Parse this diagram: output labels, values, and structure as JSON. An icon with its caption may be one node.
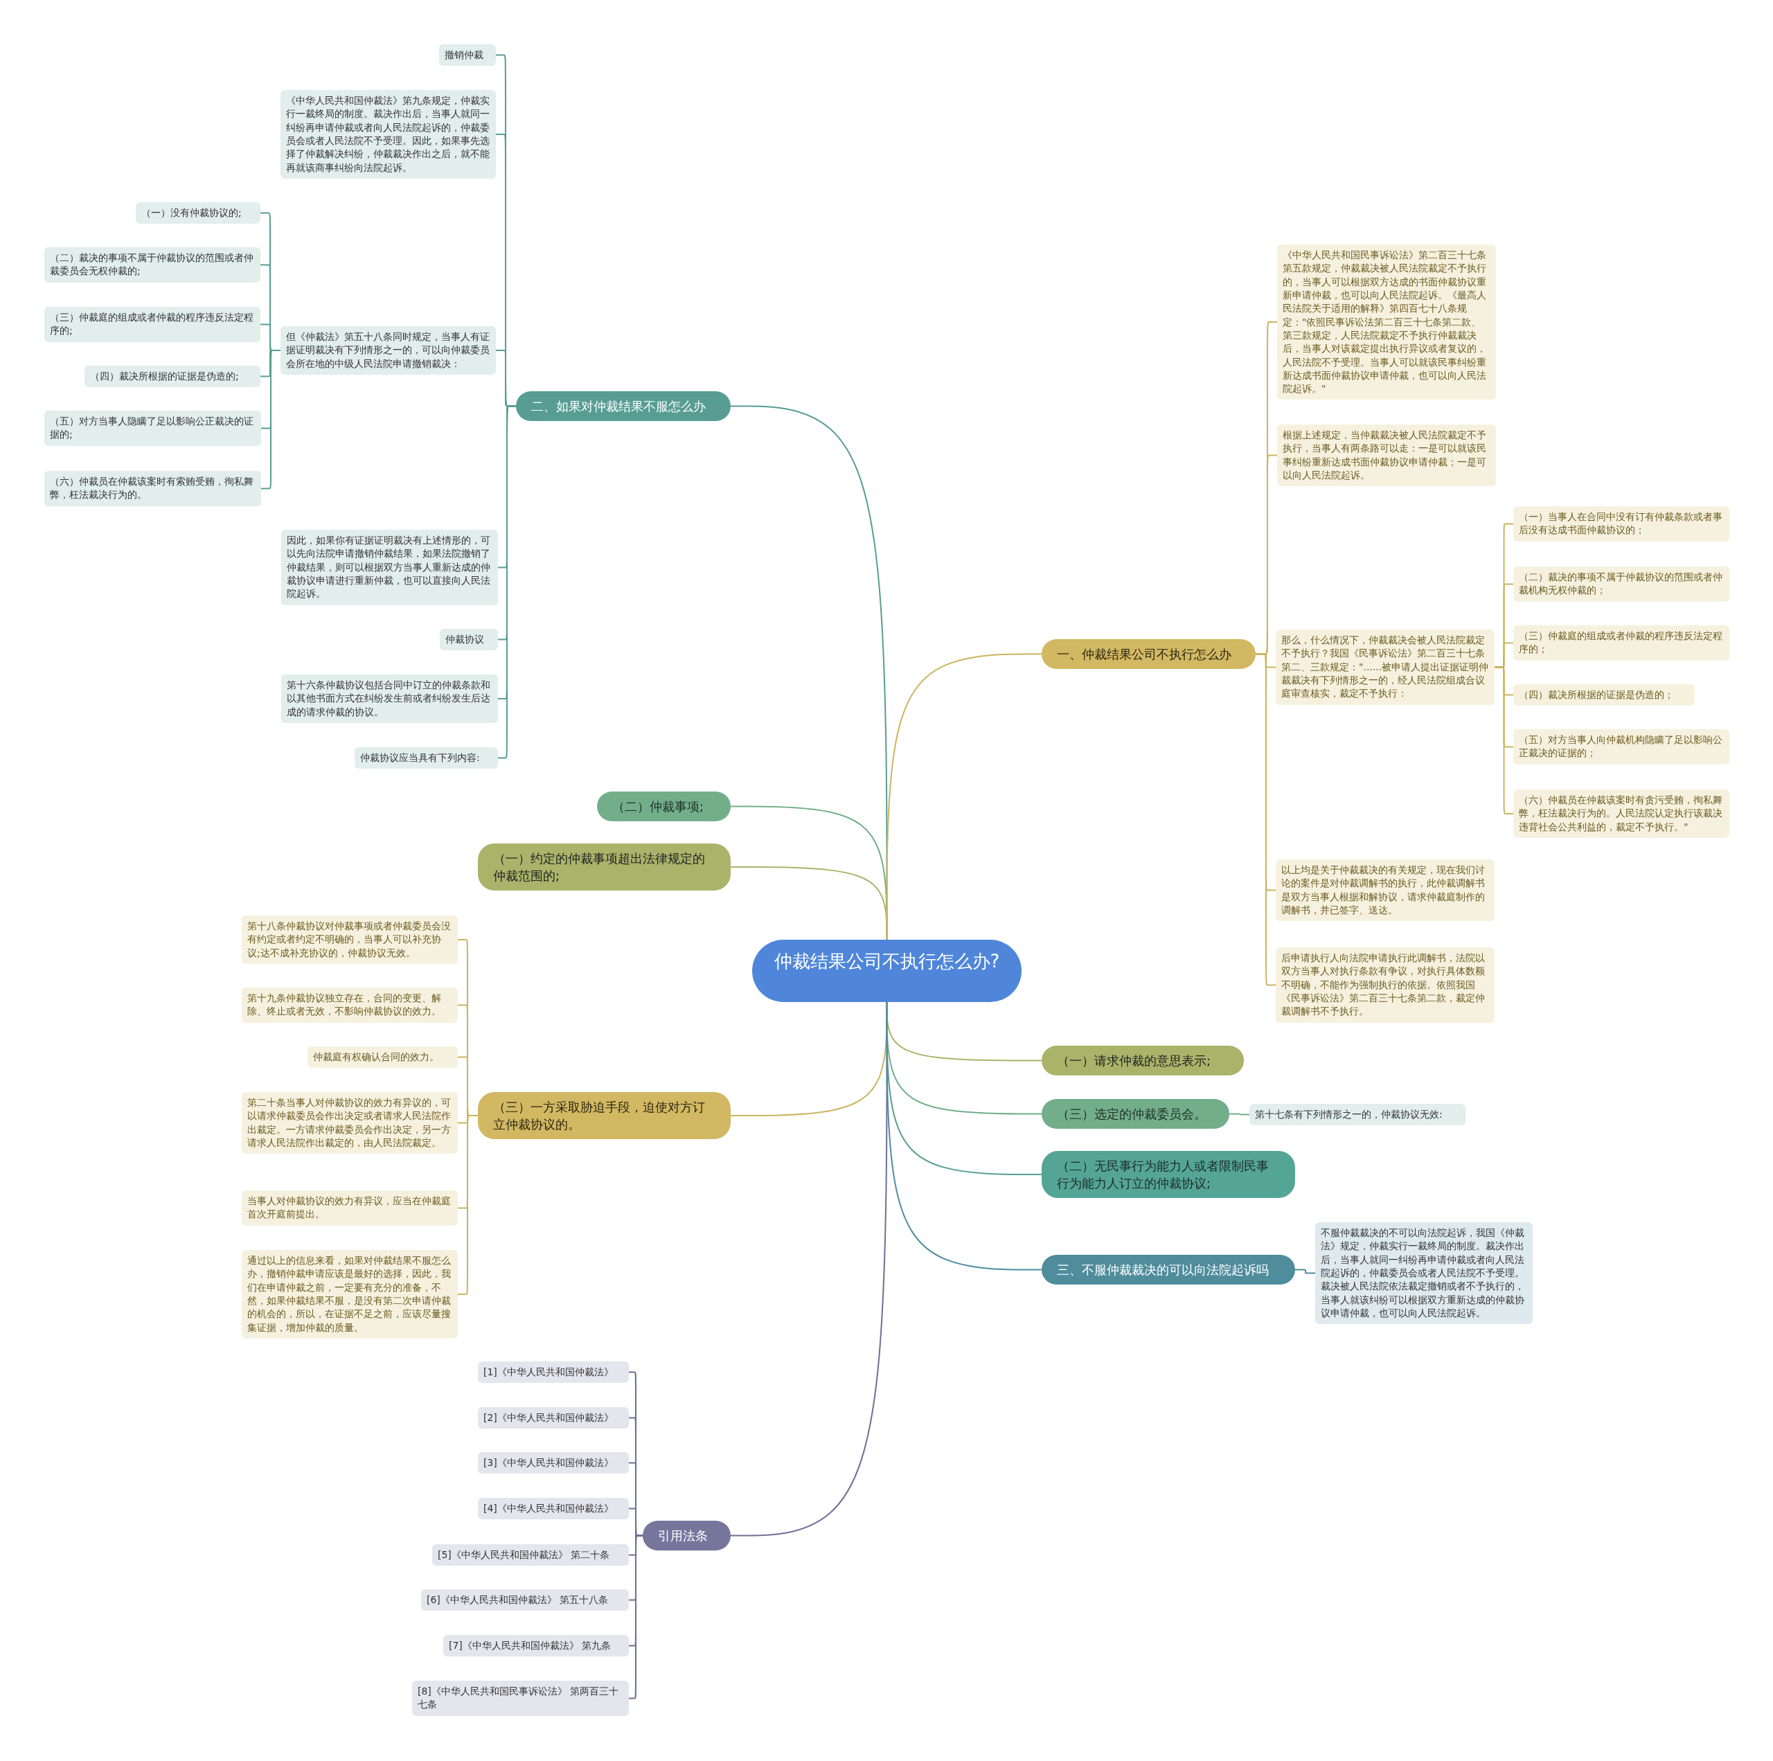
{
  "diagram": {
    "nodes": [
      {
        "text": [
          "仲裁结果公司不执行怎么办?"
        ]
      },
      {
        "text": [
          "二、如果对仲裁结果不服怎么办"
        ]
      },
      {
        "text": [
          "撤销仲裁"
        ]
      },
      {
        "text": [
          "《中华人民共和国仲裁法》第九条规定，仲裁实行一裁终局的制度。裁决作出后，当事人就同一纠纷再申请仲裁或者向人民法院起诉的，仲裁委员会或者人民法院不予受理。因此，如果事先选择了仲裁解决纠纷，仲裁裁决作出之后，就不能再就该商事纠纷向法院起诉。"
        ]
      },
      {
        "text": [
          "但《仲裁法》第五十八条同时规定，当事人有证据证明裁决有下列情形之一的，可以向仲裁委员会所在地的中级人民法院申请撤销裁决："
        ]
      },
      {
        "text": [
          "（一）没有仲裁协议的;"
        ]
      },
      {
        "text": [
          "（二）裁决的事项不属于仲裁协议的范围或者仲裁委员会无权仲裁的;"
        ]
      },
      {
        "text": [
          "（三）仲裁庭的组成或者仲裁的程序违反法定程序的;"
        ]
      },
      {
        "text": [
          "（四）裁决所根据的证据是伪造的;"
        ]
      },
      {
        "text": [
          "（五）对方当事人隐瞒了足以影响公正裁决的证据的;"
        ]
      },
      {
        "text": [
          "（六）仲裁员在仲裁该案时有索贿受贿，徇私舞弊，枉法裁决行为的。"
        ]
      },
      {
        "text": [
          "因此，如果你有证据证明裁决有上述情形的，可以先向法院申请撤销仲裁结果，如果法院撤销了仲裁结果，则可以根据双方当事人重新达成的仲裁协议申请进行重新仲裁，也可以直接向人民法院起诉。"
        ]
      },
      {
        "text": [
          "仲裁协议"
        ]
      },
      {
        "text": [
          "第十六条仲裁协议包括合同中订立的仲裁条款和以其他书面方式在纠纷发生前或者纠纷发生后达成的请求仲裁的协议。"
        ]
      },
      {
        "text": [
          "仲裁协议应当具有下列内容:"
        ]
      },
      {
        "text": [
          "（二）仲裁事项;"
        ]
      },
      {
        "text": [
          "（一）约定的仲裁事项超出法律规定的仲裁范围的;"
        ]
      },
      {
        "text": [
          "（三）一方采取胁迫手段，迫使对方订立仲裁协议的。"
        ]
      },
      {
        "text": [
          "第十八条仲裁协议对仲裁事项或者仲裁委员会没有约定或者约定不明确的，当事人可以补充协议;达不成补充协议的，仲裁协议无效。"
        ]
      },
      {
        "text": [
          "第十九条仲裁协议独立存在，合同的变更、解除、终止或者无效，不影响仲裁协议的效力。"
        ]
      },
      {
        "text": [
          "仲裁庭有权确认合同的效力。"
        ]
      },
      {
        "text": [
          "第二十条当事人对仲裁协议的效力有异议的，可以请求仲裁委员会作出决定或者请求人民法院作出裁定。一方请求仲裁委员会作出决定，另一方请求人民法院作出裁定的，由人民法院裁定。"
        ]
      },
      {
        "text": [
          "当事人对仲裁协议的效力有异议，应当在仲裁庭首次开庭前提出。"
        ]
      },
      {
        "text": [
          "通过以上的信息来看，如果对仲裁结果不服怎么办，撤销仲裁申请应该是最好的选择，因此，我们在申请仲裁之前，一定要有充分的准备，不然，如果仲裁结果不服，是没有第二次申请仲裁的机会的，所以，在证据不足之前，应该尽量搜集证据，增加仲裁的质量。"
        ]
      },
      {
        "text": [
          "引用法条"
        ]
      },
      {
        "text": [
          "[1]《中华人民共和国仲裁法》"
        ]
      },
      {
        "text": [
          "[2]《中华人民共和国仲裁法》"
        ]
      },
      {
        "text": [
          "[3]《中华人民共和国仲裁法》"
        ]
      },
      {
        "text": [
          "[4]《中华人民共和国仲裁法》"
        ]
      },
      {
        "text": [
          "[5]《中华人民共和国仲裁法》 第二十条"
        ]
      },
      {
        "text": [
          "[6]《中华人民共和国仲裁法》 第五十八条"
        ]
      },
      {
        "text": [
          "[7]《中华人民共和国仲裁法》 第九条"
        ]
      },
      {
        "text": [
          "[8]《中华人民共和国民事诉讼法》 第两百三十七条"
        ]
      },
      {
        "text": [
          "一、仲裁结果公司不执行怎么办"
        ]
      },
      {
        "text": [
          "《中华人民共和国民事诉讼法》第二百三十七条第五款规定，仲裁裁决被人民法院裁定不予执行的，当事人可以根据双方达成的书面仲裁协议重新申请仲裁，也可以向人民法院起诉。《最高人民法院关于适用的解释》第四百七十八条规定：\"依照民事诉讼法第二百三十七条第二款、第三款规定，人民法院裁定不予执行仲裁裁决后，当事人对该裁定提出执行异议或者复议的，人民法院不予受理。当事人可以就该民事纠纷重新达成书面仲裁协议申请仲裁，也可以向人民法院起诉。\""
        ]
      },
      {
        "text": [
          "根据上述规定，当仲裁裁决被人民法院裁定不予执行，当事人有两条路可以走：一是可以就该民事纠纷重新达成书面仲裁协议申请仲裁；一是可以向人民法院起诉。"
        ]
      },
      {
        "text": [
          "那么，什么情况下，仲裁裁决会被人民法院裁定不予执行？我国《民事诉讼法》第二百三十七条第二、三款规定：\"......被申请人提出证据证明仲裁裁决有下列情形之一的，经人民法院组成合议庭审查核实，裁定不予执行："
        ]
      },
      {
        "text": [
          "（一）当事人在合同中没有订有仲裁条款或者事后没有达成书面仲裁协议的；"
        ]
      },
      {
        "text": [
          "（二）裁决的事项不属于仲裁协议的范围或者仲裁机构无权仲裁的；"
        ]
      },
      {
        "text": [
          "（三）仲裁庭的组成或者仲裁的程序违反法定程序的；"
        ]
      },
      {
        "text": [
          "（四）裁决所根据的证据是伪造的；"
        ]
      },
      {
        "text": [
          "（五）对方当事人向仲裁机构隐瞒了足以影响公正裁决的证据的；"
        ]
      },
      {
        "text": [
          "（六）仲裁员在仲裁该案时有贪污受贿，徇私舞弊，枉法裁决行为的。人民法院认定执行该裁决违背社会公共利益的，裁定不予执行。\""
        ]
      },
      {
        "text": [
          "以上均是关于仲裁裁决的有关规定，现在我们讨论的案件是对仲裁调解书的执行，此仲裁调解书是双方当事人根据和解协议，请求仲裁庭制作的调解书，并已签字、送达。"
        ]
      },
      {
        "text": [
          "后申请执行人向法院申请执行此调解书，法院以双方当事人对执行条款有争议，对执行具体数额不明确，不能作为强制执行的依据。依照我国《民事诉讼法》第二百三十七条第二款，裁定仲裁调解书不予执行。"
        ]
      },
      {
        "text": [
          "（一）请求仲裁的意思表示;"
        ]
      },
      {
        "text": [
          "（三）选定的仲裁委员会。"
        ]
      },
      {
        "text": [
          "第十七条有下列情形之一的，仲裁协议无效:"
        ]
      },
      {
        "text": [
          "（二）无民事行为能力人或者限制民事行为能力人订立的仲裁协议;"
        ]
      },
      {
        "text": [
          "三、不服仲裁裁决的可以向法院起诉吗"
        ]
      },
      {
        "text": [
          "不服仲裁裁决的不可以向法院起诉，我国《仲裁法》规定，仲裁实行一裁终局的制度。裁决作出后，当事人就同一纠纷再申请仲裁或者向人民法院起诉的，仲裁委员会或者人民法院不予受理。裁决被人民法院依法裁定撤销或者不予执行的，当事人就该纠纷可以根据双方重新达成的仲裁协议申请仲裁，也可以向人民法院起诉。"
        ]
      }
    ],
    "edges": [
      {
        "from": 0,
        "to": 1,
        "arrow": "none",
        "color": "#579d93"
      },
      {
        "from": 1,
        "to": 2,
        "arrow": "none",
        "color": "#579d93"
      },
      {
        "from": 1,
        "to": 3,
        "arrow": "none",
        "color": "#579d93"
      },
      {
        "from": 1,
        "to": 4,
        "arrow": "none",
        "color": "#579d93"
      },
      {
        "from": 4,
        "to": 5,
        "arrow": "none",
        "color": "#579d93"
      },
      {
        "from": 4,
        "to": 6,
        "arrow": "none",
        "color": "#579d93"
      },
      {
        "from": 4,
        "to": 7,
        "arrow": "none",
        "color": "#579d93"
      },
      {
        "from": 4,
        "to": 8,
        "arrow": "none",
        "color": "#579d93"
      },
      {
        "from": 4,
        "to": 9,
        "arrow": "none",
        "color": "#579d93"
      },
      {
        "from": 4,
        "to": 10,
        "arrow": "none",
        "color": "#579d93"
      },
      {
        "from": 1,
        "to": 11,
        "arrow": "none",
        "color": "#579d93"
      },
      {
        "from": 1,
        "to": 12,
        "arrow": "none",
        "color": "#579d93"
      },
      {
        "from": 1,
        "to": 13,
        "arrow": "none",
        "color": "#579d93"
      },
      {
        "from": 1,
        "to": 14,
        "arrow": "none",
        "color": "#579d93"
      },
      {
        "from": 0,
        "to": 15,
        "arrow": "none",
        "color": "#72ae8a"
      },
      {
        "from": 0,
        "to": 16,
        "arrow": "none",
        "color": "#a9b46a"
      },
      {
        "from": 0,
        "to": 17,
        "arrow": "none",
        "color": "#c9b560"
      },
      {
        "from": 17,
        "to": 18,
        "arrow": "none",
        "color": "#c9b560"
      },
      {
        "from": 17,
        "to": 19,
        "arrow": "none",
        "color": "#c9b560"
      },
      {
        "from": 17,
        "to": 20,
        "arrow": "none",
        "color": "#c9b560"
      },
      {
        "from": 17,
        "to": 21,
        "arrow": "none",
        "color": "#c9b560"
      },
      {
        "from": 17,
        "to": 22,
        "arrow": "none",
        "color": "#c9b560"
      },
      {
        "from": 17,
        "to": 23,
        "arrow": "none",
        "color": "#c9b560"
      },
      {
        "from": 0,
        "to": 24,
        "arrow": "none",
        "color": "#6e6e95"
      },
      {
        "from": 24,
        "to": 25,
        "arrow": "none",
        "color": "#6e6e95"
      },
      {
        "from": 24,
        "to": 26,
        "arrow": "none",
        "color": "#6e6e95"
      },
      {
        "from": 24,
        "to": 27,
        "arrow": "none",
        "color": "#6e6e95"
      },
      {
        "from": 24,
        "to": 28,
        "arrow": "none",
        "color": "#6e6e95"
      },
      {
        "from": 24,
        "to": 29,
        "arrow": "none",
        "color": "#6e6e95"
      },
      {
        "from": 24,
        "to": 30,
        "arrow": "none",
        "color": "#6e6e95"
      },
      {
        "from": 24,
        "to": 31,
        "arrow": "none",
        "color": "#6e6e95"
      },
      {
        "from": 24,
        "to": 32,
        "arrow": "none",
        "color": "#6e6e95"
      },
      {
        "from": 0,
        "to": 33,
        "arrow": "none",
        "color": "#c9b560"
      },
      {
        "from": 33,
        "to": 34,
        "arrow": "none",
        "color": "#c9b560"
      },
      {
        "from": 33,
        "to": 35,
        "arrow": "none",
        "color": "#c9b560"
      },
      {
        "from": 33,
        "to": 36,
        "arrow": "none",
        "color": "#c9b560"
      },
      {
        "from": 36,
        "to": 37,
        "arrow": "none",
        "color": "#c9b560"
      },
      {
        "from": 36,
        "to": 38,
        "arrow": "none",
        "color": "#c9b560"
      },
      {
        "from": 36,
        "to": 39,
        "arrow": "none",
        "color": "#c9b560"
      },
      {
        "from": 36,
        "to": 40,
        "arrow": "none",
        "color": "#c9b560"
      },
      {
        "from": 36,
        "to": 41,
        "arrow": "none",
        "color": "#c9b560"
      },
      {
        "from": 36,
        "to": 42,
        "arrow": "none",
        "color": "#c9b560"
      },
      {
        "from": 33,
        "to": 43,
        "arrow": "none",
        "color": "#c9b560"
      },
      {
        "from": 33,
        "to": 44,
        "arrow": "none",
        "color": "#c9b560"
      },
      {
        "from": 0,
        "to": 45,
        "arrow": "none",
        "color": "#a9b46a"
      },
      {
        "from": 0,
        "to": 46,
        "arrow": "none",
        "color": "#72ae8a"
      },
      {
        "from": 46,
        "to": 47,
        "arrow": "none",
        "color": "#72ae8a"
      },
      {
        "from": 0,
        "to": 48,
        "arrow": "none",
        "color": "#579d93"
      },
      {
        "from": 0,
        "to": 49,
        "arrow": "none",
        "color": "#4f8c9c"
      },
      {
        "from": 49,
        "to": 50,
        "arrow": "none",
        "color": "#4f8c9c"
      }
    ]
  }
}
